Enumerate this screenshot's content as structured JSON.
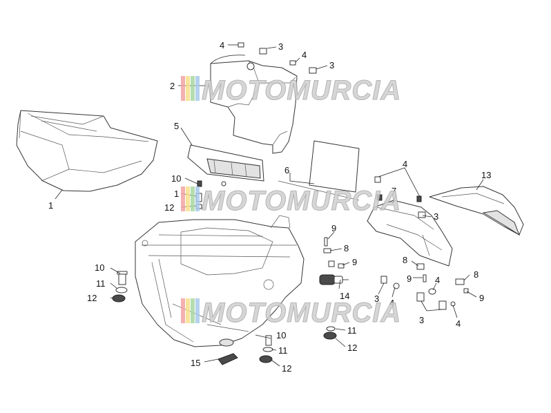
{
  "watermark": {
    "text": "MOTOMURCIA",
    "stripe_colors": [
      "#f4a3a3",
      "#f7e08a",
      "#a9d8a0",
      "#a9c9ea"
    ]
  },
  "callouts": [
    {
      "id": "c1",
      "label": "1"
    },
    {
      "id": "c2",
      "label": "2"
    },
    {
      "id": "c3a",
      "label": "3"
    },
    {
      "id": "c3b",
      "label": "3"
    },
    {
      "id": "c3c",
      "label": "3"
    },
    {
      "id": "c3d",
      "label": "3"
    },
    {
      "id": "c3e",
      "label": "3"
    },
    {
      "id": "c4a",
      "label": "4"
    },
    {
      "id": "c4b",
      "label": "4"
    },
    {
      "id": "c4c",
      "label": "4"
    },
    {
      "id": "c4d",
      "label": "4"
    },
    {
      "id": "c4e",
      "label": "4"
    },
    {
      "id": "c4f",
      "label": "4"
    },
    {
      "id": "c5",
      "label": "5"
    },
    {
      "id": "c6",
      "label": "6"
    },
    {
      "id": "c7",
      "label": "7"
    },
    {
      "id": "c8a",
      "label": "8"
    },
    {
      "id": "c8b",
      "label": "8"
    },
    {
      "id": "c8c",
      "label": "8"
    },
    {
      "id": "c9a",
      "label": "9"
    },
    {
      "id": "c9b",
      "label": "9"
    },
    {
      "id": "c9c",
      "label": "9"
    },
    {
      "id": "c9d",
      "label": "9"
    },
    {
      "id": "c10a",
      "label": "10"
    },
    {
      "id": "c10b",
      "label": "10"
    },
    {
      "id": "c10c",
      "label": "10"
    },
    {
      "id": "c11a",
      "label": "1"
    },
    {
      "id": "c11b",
      "label": "11"
    },
    {
      "id": "c11c",
      "label": "11"
    },
    {
      "id": "c11d",
      "label": "11"
    },
    {
      "id": "c12a",
      "label": "12"
    },
    {
      "id": "c12b",
      "label": "12"
    },
    {
      "id": "c12c",
      "label": "12"
    },
    {
      "id": "c12d",
      "label": "12"
    },
    {
      "id": "c13",
      "label": "13"
    },
    {
      "id": "c14",
      "label": "14"
    },
    {
      "id": "c15",
      "label": "15"
    }
  ]
}
